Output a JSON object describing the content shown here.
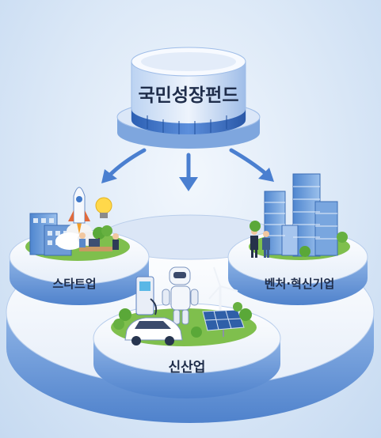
{
  "fund": {
    "label": "국민성장펀드"
  },
  "targets": {
    "startup": {
      "label": "스타트업"
    },
    "venture": {
      "label": "벤처·혁신기업"
    },
    "industry": {
      "label": "신산업"
    }
  },
  "colors": {
    "primary_blue": "#2f6fc9",
    "light_blue": "#dbe8f7",
    "platform_top": "#f7faff",
    "platform_side": "#6f9fdc",
    "grass": "#7fbf4d",
    "arrow": "#4a7fd0"
  },
  "icons": {
    "rocket": "rocket-icon",
    "bulb": "lightbulb-icon",
    "robot": "robot-icon",
    "car": "electric-car-icon",
    "charger": "ev-charger-icon",
    "solar": "solar-panel-icon",
    "wind": "wind-turbine-icon"
  }
}
